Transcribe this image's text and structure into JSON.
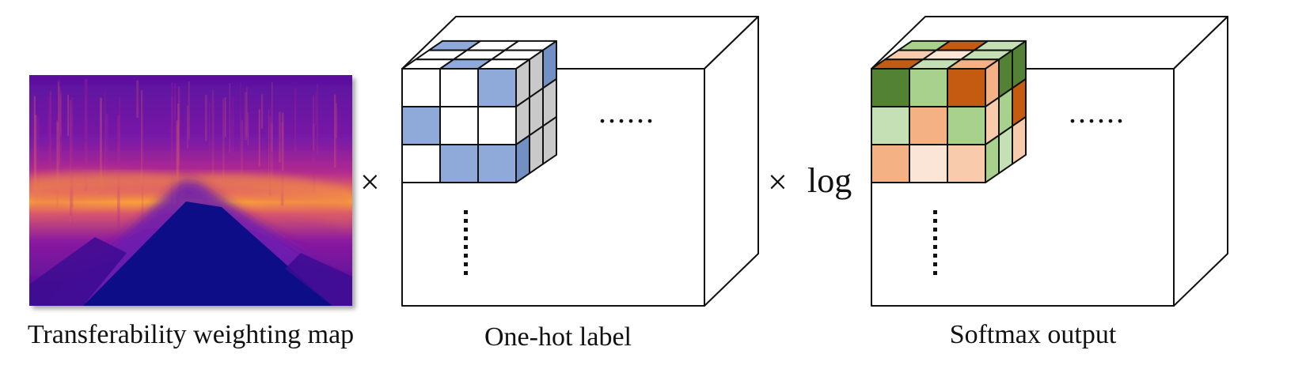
{
  "labels": {
    "map": "Transferability weighting map",
    "onehot": "One-hot label",
    "softmax": "Softmax output"
  },
  "operators": {
    "times1": "×",
    "times2": "×",
    "log": "log"
  },
  "ellipsis": {
    "horizontal": "......"
  },
  "colors": {
    "line": "#111111",
    "onehot_blue": "#8fa9d8",
    "onehot_blue_side": "#7290c4",
    "side_gray": "#c9c9c9",
    "top_white": "#ffffff",
    "green_dark": "#548235",
    "green_light": "#a9d18e",
    "green_pale": "#c5e0b4",
    "orange_dark": "#c55a11",
    "orange_mid": "#f4b183",
    "orange_light": "#f8cbad",
    "orange_pale": "#fbe5d6",
    "plasma_dark": "#0d0887",
    "plasma_purple": "#6a00a8",
    "plasma_magenta": "#b12a90",
    "plasma_orange": "#e16462",
    "plasma_yellow": "#fca636"
  },
  "onehot_grid": {
    "front": [
      [
        "white",
        "white",
        "blue"
      ],
      [
        "blue",
        "white",
        "white"
      ],
      [
        "white",
        "blue",
        "blue"
      ]
    ],
    "top": [
      [
        "white",
        "blue",
        "white"
      ],
      [
        "white",
        "white",
        "white"
      ],
      [
        "blue",
        "white",
        "white"
      ]
    ],
    "side": [
      [
        "gray",
        "gray",
        "blue"
      ],
      [
        "gray",
        "gray",
        "gray"
      ],
      [
        "blue",
        "gray",
        "gray"
      ]
    ]
  },
  "softmax_grid": {
    "front": [
      [
        "green_dark",
        "green_light",
        "orange_dark"
      ],
      [
        "green_pale",
        "orange_mid",
        "green_light"
      ],
      [
        "orange_mid",
        "orange_pale",
        "orange_light"
      ]
    ],
    "top": [
      [
        "orange_dark",
        "green_pale",
        "orange_mid"
      ],
      [
        "orange_light",
        "orange_pale",
        "green_pale"
      ],
      [
        "green_light",
        "orange_dark",
        "green_pale"
      ]
    ],
    "side": [
      [
        "orange_mid",
        "green_dark",
        "green_dark"
      ],
      [
        "orange_light",
        "green_light",
        "orange_dark"
      ],
      [
        "green_light",
        "green_pale",
        "orange_light"
      ]
    ]
  }
}
